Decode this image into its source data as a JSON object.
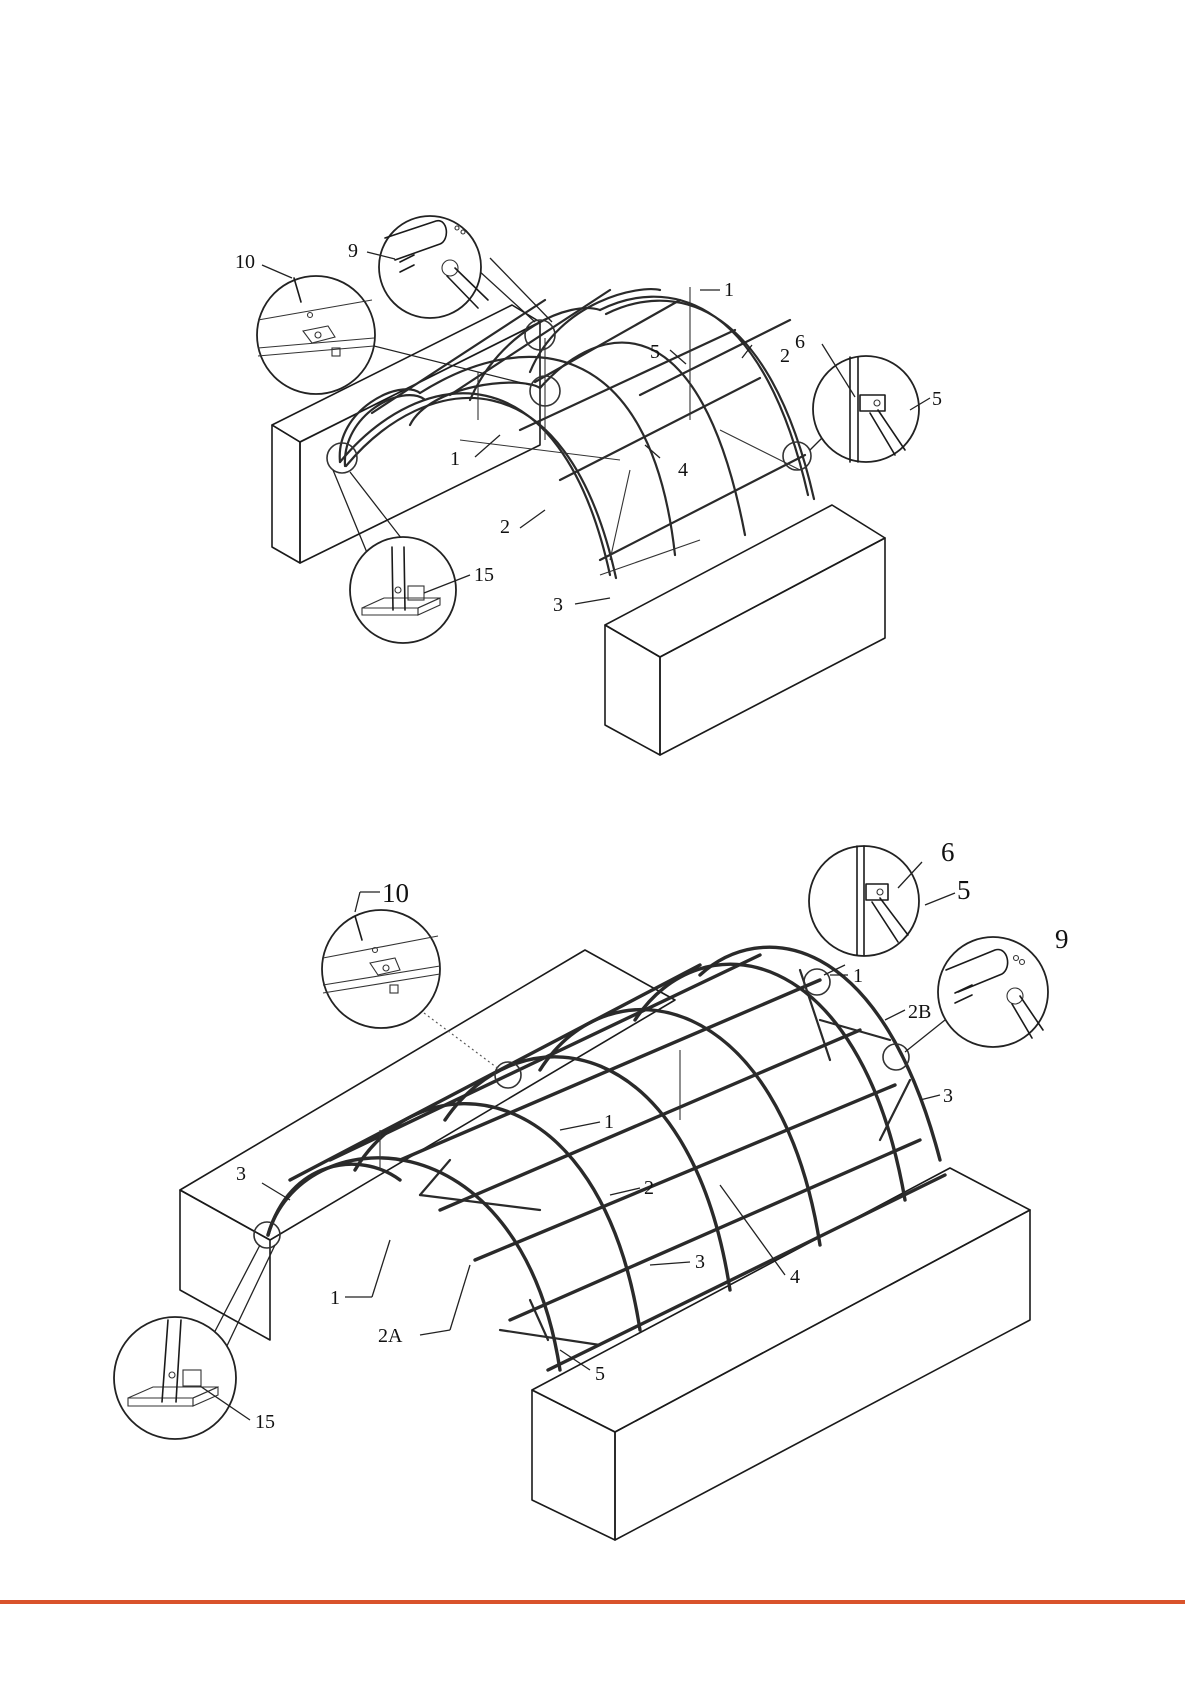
{
  "figure_top": {
    "labels": {
      "l10": "10",
      "l9": "9",
      "l1a": "1",
      "l5": "5",
      "l2a": "2",
      "l6": "6",
      "l5b": "5",
      "l1b": "1",
      "l4": "4",
      "l2b": "2",
      "l15": "15",
      "l3": "3"
    }
  },
  "figure_bottom": {
    "labels": {
      "l10": "10",
      "l6": "6",
      "l5a": "5",
      "l9": "9",
      "l1a": "1",
      "l2B": "2B",
      "l3a": "3",
      "l1b": "1",
      "l2": "2",
      "l3b": "3",
      "l3c": "3",
      "l4": "4",
      "l1c": "1",
      "l2A": "2A",
      "l5b": "5",
      "l15": "15"
    }
  },
  "colors": {
    "rule": "#d9532b",
    "line": "#1a1a1a"
  }
}
